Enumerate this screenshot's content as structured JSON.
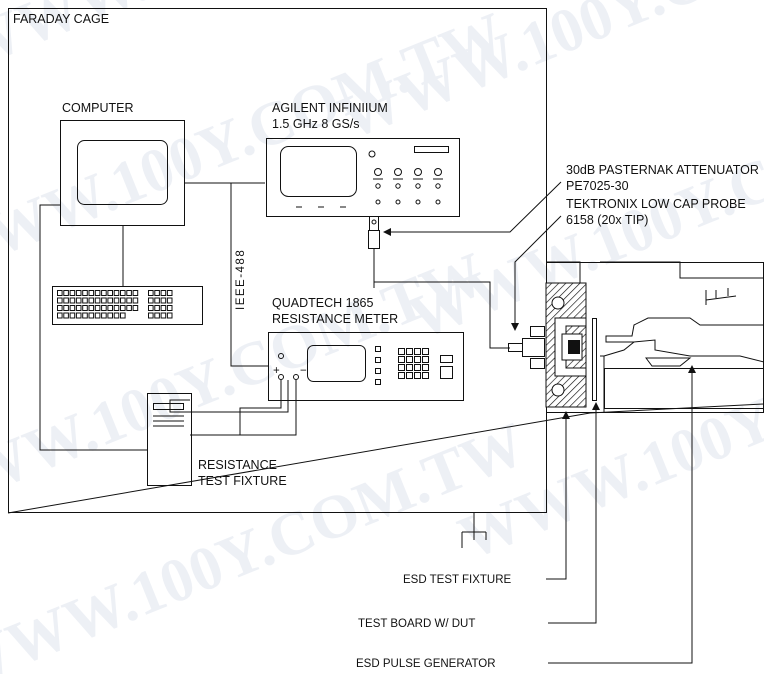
{
  "watermark": "WWW.100Y.COM.TW",
  "labels": {
    "faraday_cage": "FARADAY CAGE",
    "computer": "COMPUTER",
    "scope_line1": "AGILENT INFINIIUM",
    "scope_line2": "1.5 GHz   8 GS/s",
    "attenuator_line1": "30dB PASTERNAK ATTENUATOR",
    "attenuator_line2": "PE7025-30",
    "probe_line1": "TEKTRONIX LOW CAP PROBE",
    "probe_line2": "6158  (20x TIP)",
    "ieee_bus": "IEEE-488",
    "meter_line1": "QUADTECH 1865",
    "meter_line2": "RESISTANCE METER",
    "fixture_line1": "RESISTANCE",
    "fixture_line2": "TEST FIXTURE",
    "meter_plus": "+",
    "meter_minus": "−"
  },
  "callouts": {
    "esd_test_fixture": "ESD TEST FIXTURE",
    "test_board": "TEST BOARD W/ DUT",
    "esd_pulse_generator": "ESD PULSE GENERATOR"
  }
}
